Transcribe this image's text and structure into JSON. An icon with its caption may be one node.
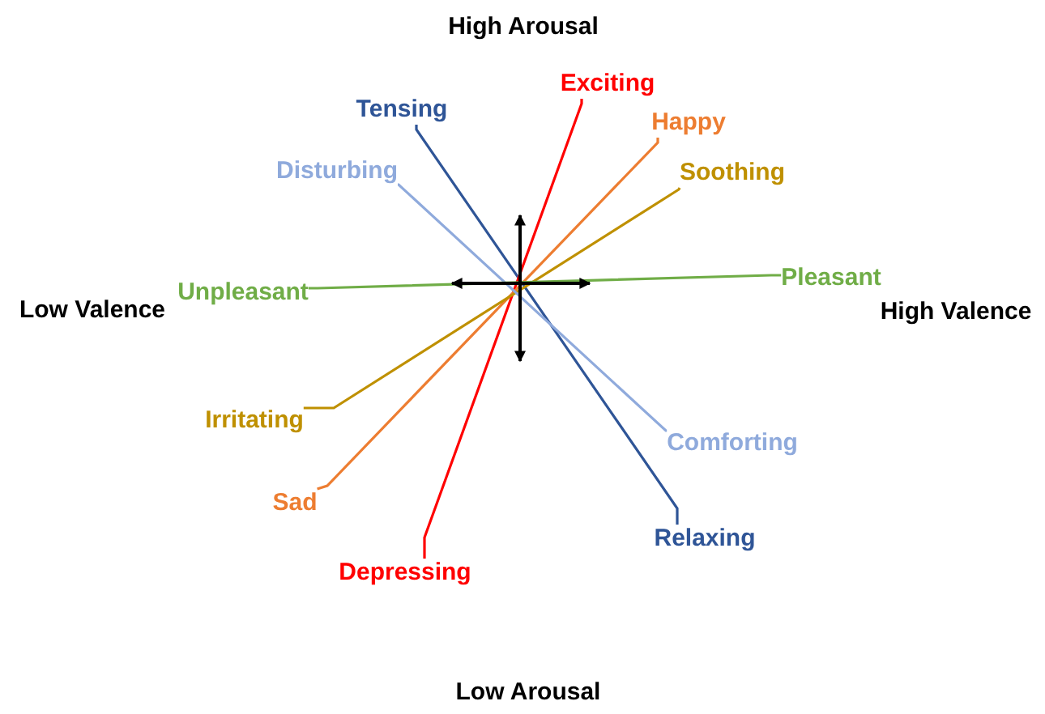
{
  "diagram": {
    "nodes": [
      {
        "text": [
          "Tensing"
        ]
      },
      {
        "text": [
          "Exciting"
        ]
      },
      {
        "text": [
          "Happy"
        ]
      },
      {
        "text": [
          "Disturbing"
        ]
      },
      {
        "text": [
          "Soothing"
        ]
      },
      {
        "text": [
          "Unpleasant"
        ]
      },
      {
        "text": [
          "Pleasant"
        ]
      },
      {
        "text": [
          "Irritating"
        ]
      },
      {
        "text": [
          "Comforting"
        ]
      },
      {
        "text": [
          "Sad"
        ]
      },
      {
        "text": [
          "Relaxing"
        ]
      },
      {
        "text": [
          "Depressing"
        ]
      }
    ],
    "edges": [
      {
        "from": 0,
        "to": 10,
        "arrow": "none",
        "color": "#2f5597"
      },
      {
        "from": 1,
        "to": 11,
        "arrow": "none",
        "color": "#ff0000"
      },
      {
        "from": 2,
        "to": 9,
        "arrow": "none",
        "color": "#ed7d31"
      },
      {
        "from": 4,
        "to": 7,
        "arrow": "none",
        "color": "#bf9000"
      },
      {
        "from": 3,
        "to": 8,
        "arrow": "none",
        "color": "#8faadc"
      },
      {
        "from": 5,
        "to": 6,
        "arrow": "none",
        "color": "#70ad47"
      }
    ],
    "labels": [
      "High Arousal",
      "Low Valence",
      "High Valence",
      "Low Arousal"
    ]
  }
}
